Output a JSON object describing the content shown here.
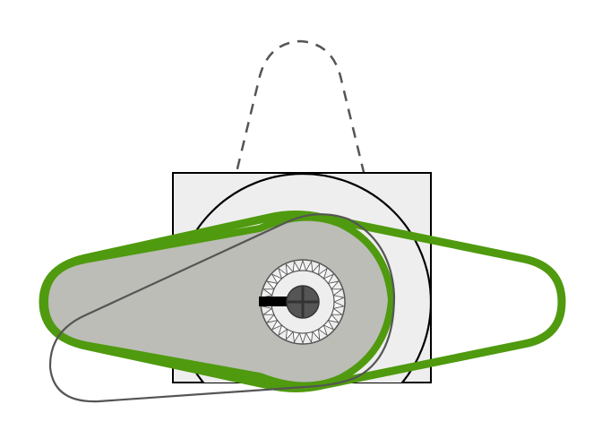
{
  "diagram": {
    "colors": {
      "background": "#ffffff",
      "housing_fill": "#eeeeee",
      "housing_stroke": "#000000",
      "horn_fill": "#bbbdb6",
      "horn_outline": "#4f9a0e",
      "alt_horn_stroke": "#555555",
      "dashed_outline": "#555555",
      "spline_fill": "#eeeeee",
      "hub_fill": "#555555",
      "screw_cross": "#333333",
      "indicator": "#000000"
    },
    "icons": {
      "housing": "servo-body-outline",
      "horn": "servo-horn-arm",
      "spline": "gear-teeth",
      "screw": "phillips-screw"
    }
  }
}
